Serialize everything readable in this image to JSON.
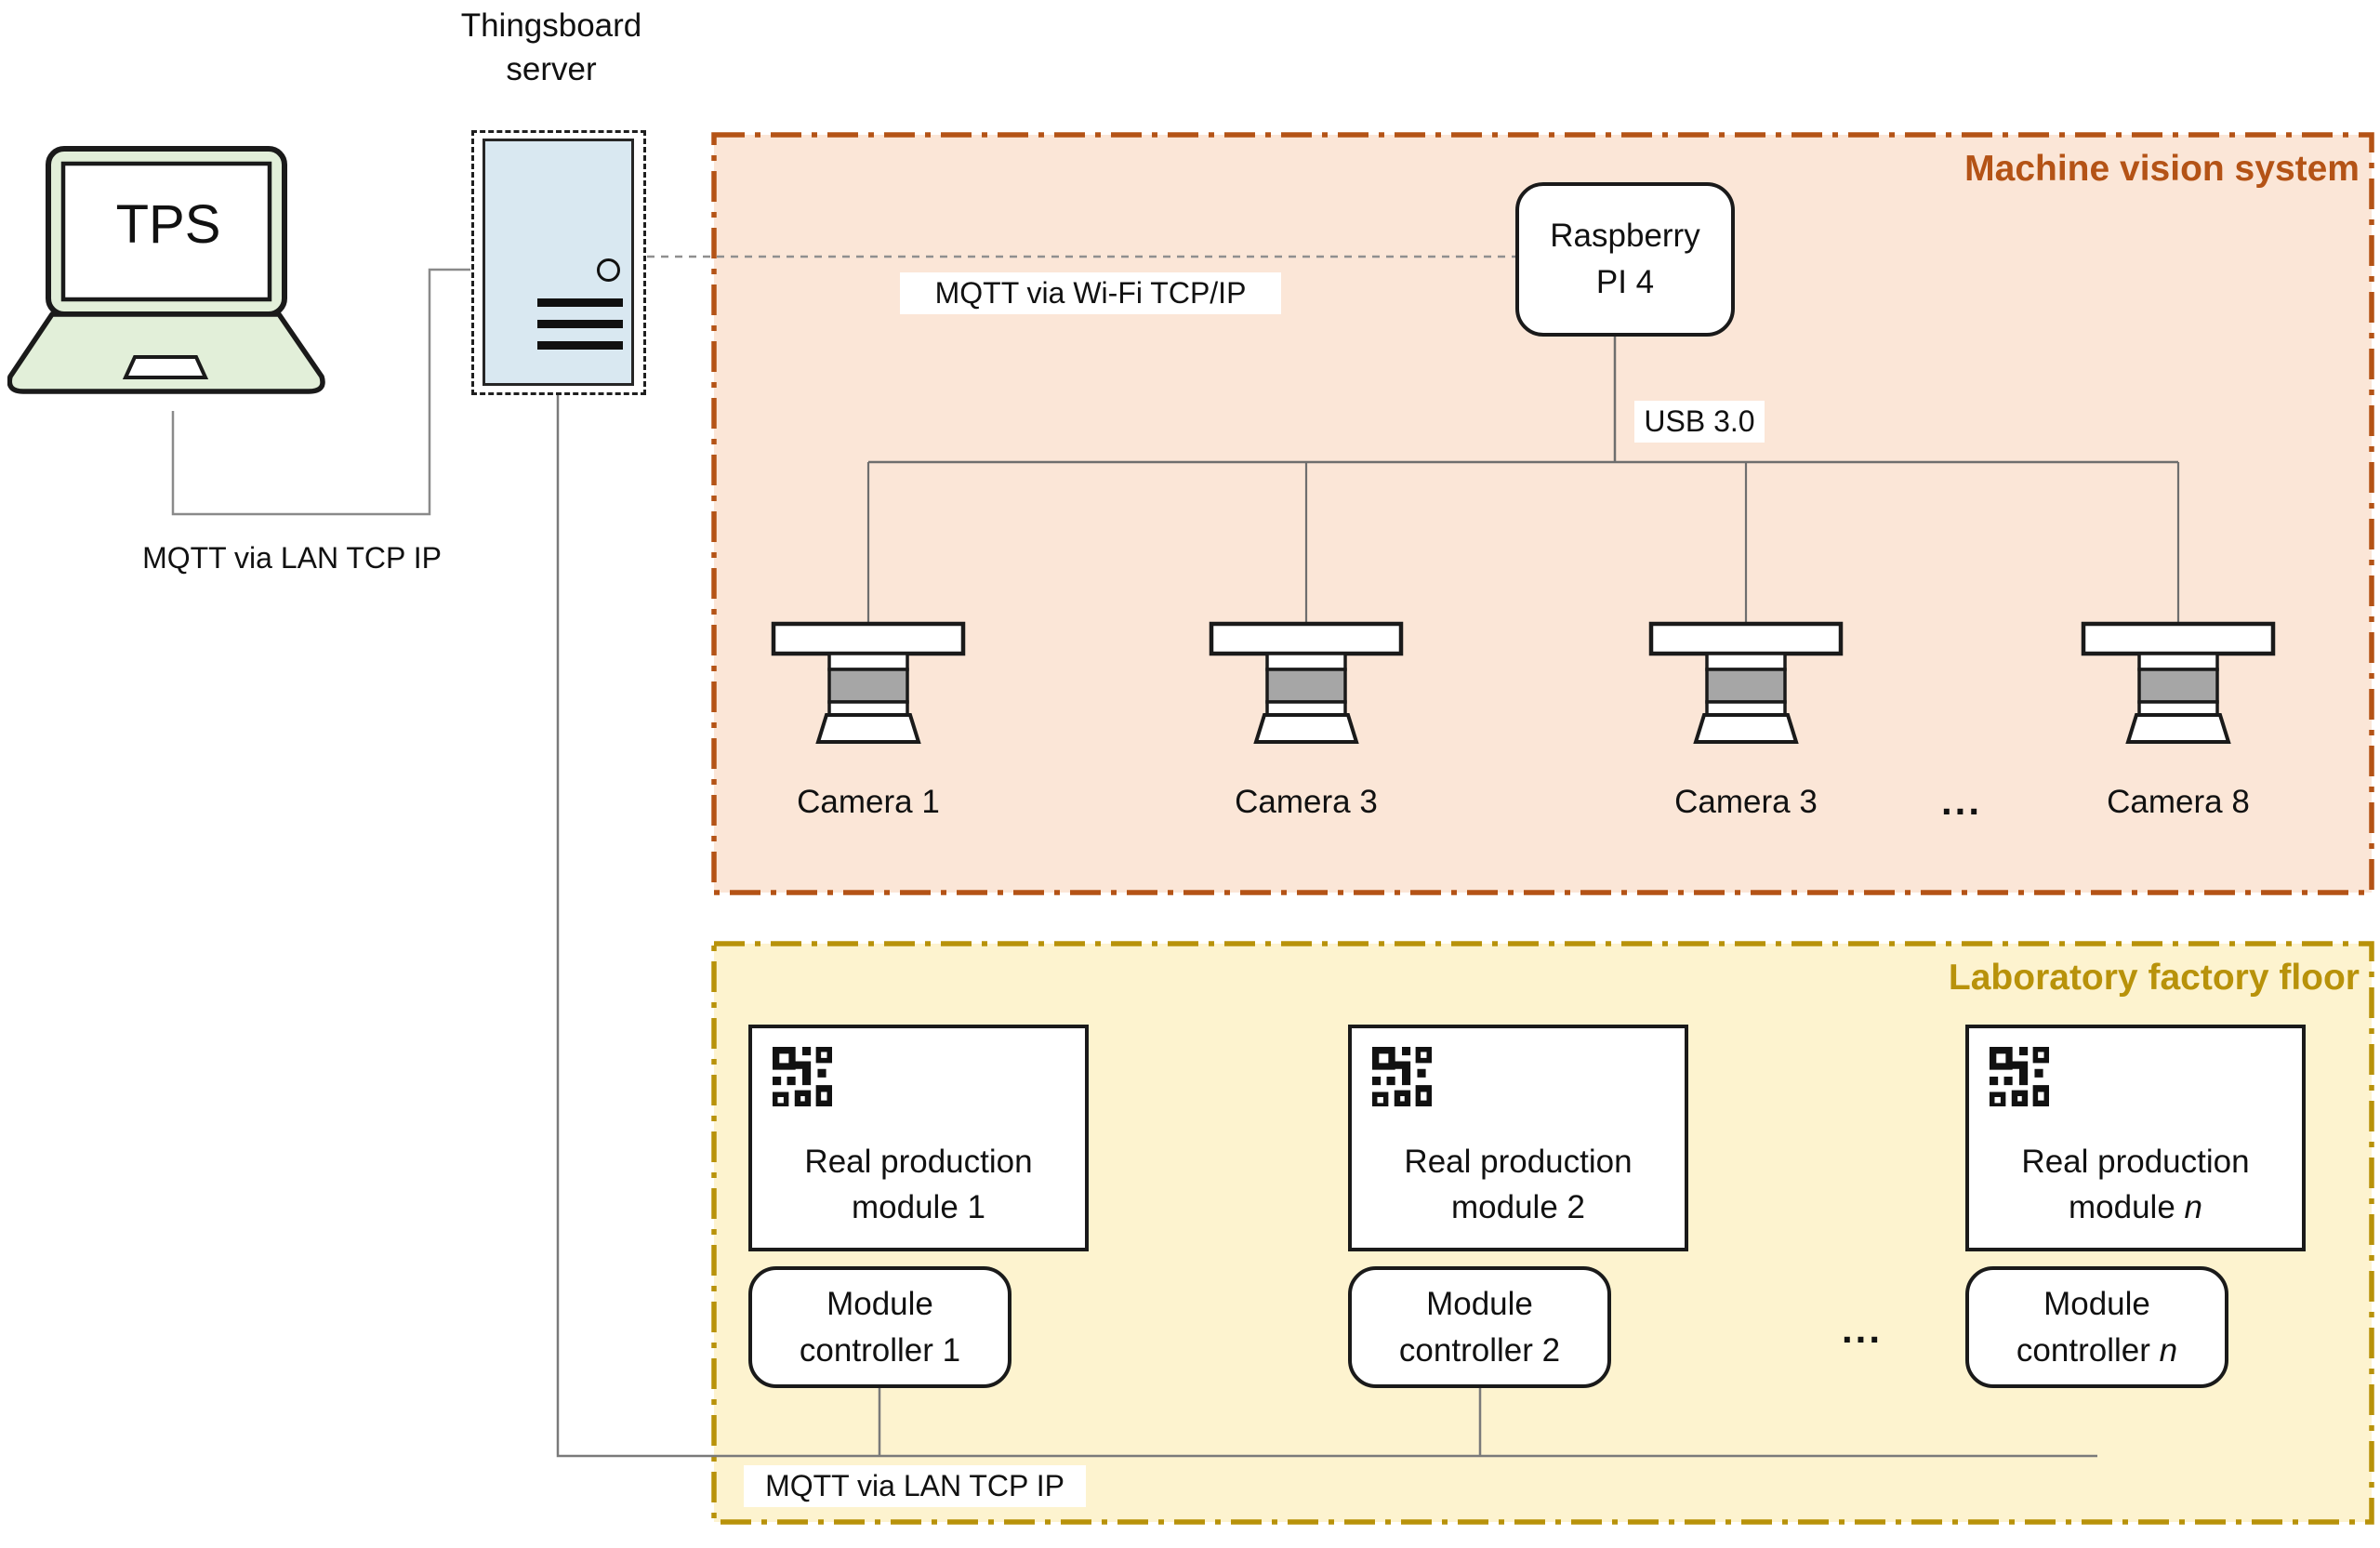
{
  "laptop": {
    "screen_label": "TPS",
    "connection_label": "MQTT via LAN TCP IP"
  },
  "server": {
    "title_line1": "Thingsboard",
    "title_line2": "server"
  },
  "machine_vision": {
    "title": "Machine vision system",
    "wifi_link_label": "MQTT via Wi-Fi TCP/IP",
    "usb_link_label": "USB 3.0",
    "controller": {
      "line1": "Raspberry",
      "line2": "PI 4"
    },
    "cameras": [
      {
        "label": "Camera 1"
      },
      {
        "label": "Camera 3"
      },
      {
        "label": "Camera 3"
      },
      {
        "label": "Camera 8"
      }
    ],
    "ellipsis": "..."
  },
  "lab": {
    "title": "Laboratory factory floor",
    "lan_link_label": "MQTT via LAN TCP IP",
    "modules": [
      {
        "line1": "Real production",
        "line2": "module 1"
      },
      {
        "line1": "Real production",
        "line2": "module 2"
      },
      {
        "line1": "Real production",
        "line2_prefix": "module ",
        "n": "n"
      }
    ],
    "controllers": [
      {
        "line1": "Module",
        "line2": "controller 1"
      },
      {
        "line1": "Module",
        "line2": "controller 2"
      },
      {
        "line1": "Module",
        "line2_prefix": "controller ",
        "n": "n"
      }
    ],
    "ellipsis": "..."
  },
  "colors": {
    "machine_vision_fill": "#FBE6D7",
    "machine_vision_border": "#B45316",
    "lab_fill": "#FDF3CF",
    "lab_border": "#B8920A",
    "server_fill": "#D9E8F1",
    "laptop_fill": "#E2EFD9",
    "camera_gray": "#A6A6A6",
    "connector_gray": "#6E6E6E"
  }
}
